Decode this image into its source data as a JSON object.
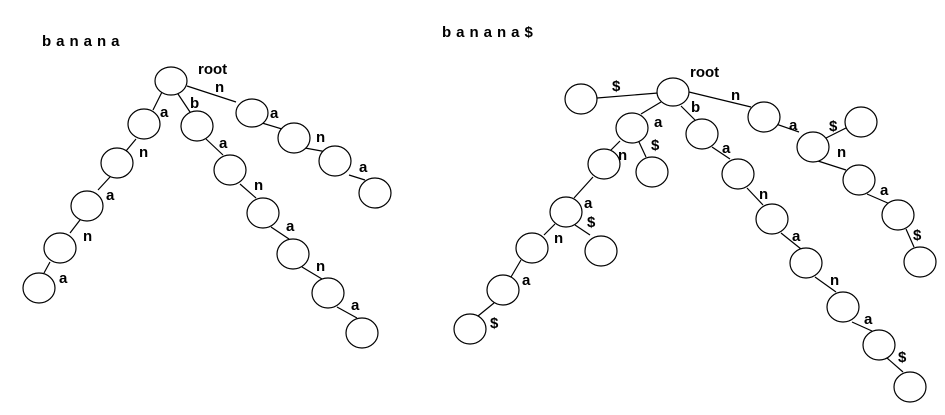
{
  "left_tree": {
    "title": "banana",
    "root_label": "root",
    "edge_labels": [
      "a",
      "n",
      "a",
      "n",
      "a",
      "b",
      "a",
      "n",
      "a",
      "n",
      "a",
      "n",
      "a"
    ]
  },
  "right_tree": {
    "title": "banana$",
    "root_label": "root",
    "edge_labels": [
      "$",
      "a",
      "$",
      "n",
      "a",
      "$",
      "n",
      "a",
      "$",
      "b",
      "a",
      "n",
      "a",
      "n",
      "a",
      "$",
      "n",
      "a",
      "$",
      "n",
      "a",
      "$"
    ]
  }
}
